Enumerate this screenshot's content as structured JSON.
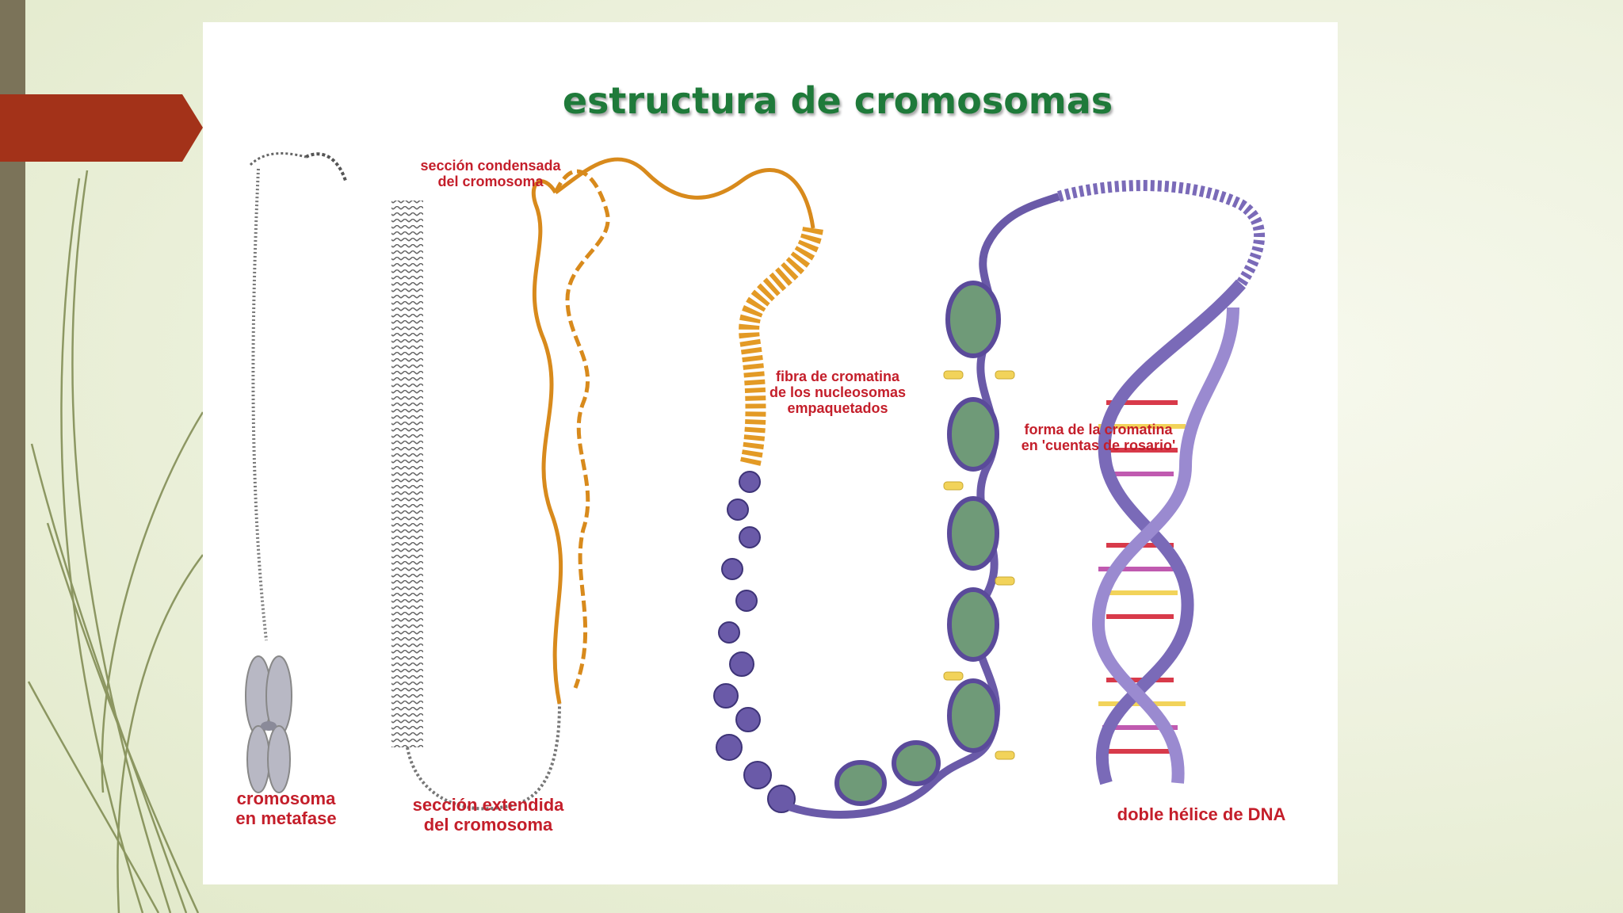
{
  "title": "estructura de cromosomas",
  "labels": {
    "seccion_condensada": [
      "sección condensada",
      "del cromosoma"
    ],
    "cromosoma_metafase": [
      "cromosoma",
      "en metafase"
    ],
    "seccion_extendida": [
      "sección extendida",
      "del cromosoma"
    ],
    "fibra_cromatina": [
      "fibra de cromatina",
      "de los nucleosomas",
      "empaquetados"
    ],
    "cuentas_rosario": [
      "forma de la cromatina",
      "en 'cuentas de rosario'"
    ],
    "doble_helice": [
      "doble hélice de DNA"
    ]
  },
  "colors": {
    "label_red": "#c41e2a",
    "title_green": "#1f7a3a",
    "ribbon_red": "#a33219",
    "side_bar": "#7b7359",
    "fiber_orange": "#d88a1c",
    "nucleosome_purple": "#6a5aa8",
    "histone_green": "#6f9a78"
  }
}
